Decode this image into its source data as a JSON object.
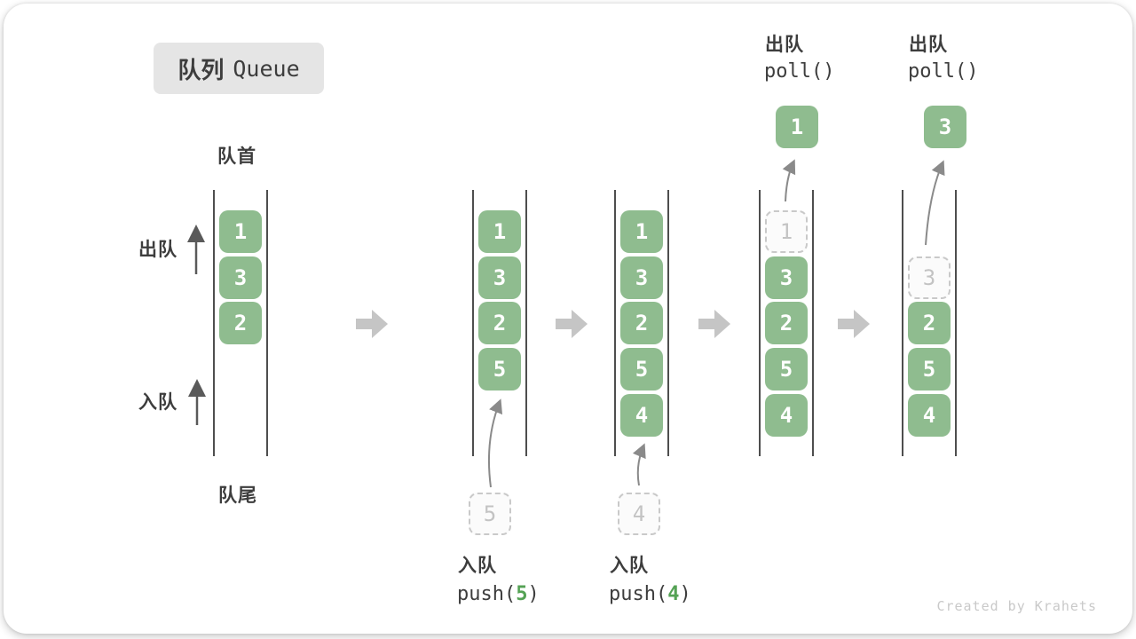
{
  "title": {
    "cn": "队列",
    "en": "Queue"
  },
  "labels": {
    "front": "队首",
    "rear": "队尾",
    "dequeue": "出队",
    "enqueue": "入队"
  },
  "columns": [
    {
      "cells": [
        "1",
        "3",
        "2"
      ]
    },
    {
      "cells": [
        "1",
        "3",
        "2",
        "5"
      ],
      "pending": "5",
      "op_label": "入队",
      "op_pre": "push(",
      "op_arg": "5",
      "op_post": ")"
    },
    {
      "cells": [
        "1",
        "3",
        "2",
        "5",
        "4"
      ],
      "pending": "4",
      "op_label": "入队",
      "op_pre": "push(",
      "op_arg": "4",
      "op_post": ")"
    },
    {
      "ghost": "1",
      "cells": [
        "3",
        "2",
        "5",
        "4"
      ],
      "polled": "1",
      "op_label": "出队",
      "op_code": "poll()"
    },
    {
      "ghost": "3",
      "cells": [
        "2",
        "5",
        "4"
      ],
      "polled": "3",
      "op_label": "出队",
      "op_code": "poll()"
    }
  ],
  "watermark": "Created by Krahets",
  "colors": {
    "box_green": "#8fbc8f",
    "accent_green": "#54a254",
    "wall_gray": "#4e4e4e",
    "arrow_gray": "#c5c5c5",
    "ghost_gray": "#c9c9c9",
    "badge_bg": "#e5e5e5",
    "watermark_gray": "#c9c9c9",
    "text_dark": "#3d3d3d"
  }
}
